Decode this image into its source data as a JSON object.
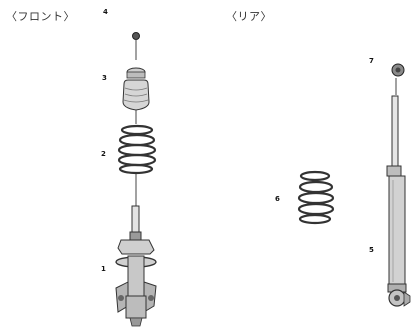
{
  "diagram": {
    "front_title": "〈フロント〉",
    "rear_title": "〈リア〉",
    "callouts": {
      "front_nut": "4",
      "front_bump": "3",
      "front_spring": "2",
      "front_strut": "1",
      "rear_nut": "7",
      "rear_spring": "6",
      "rear_shock": "5"
    }
  }
}
